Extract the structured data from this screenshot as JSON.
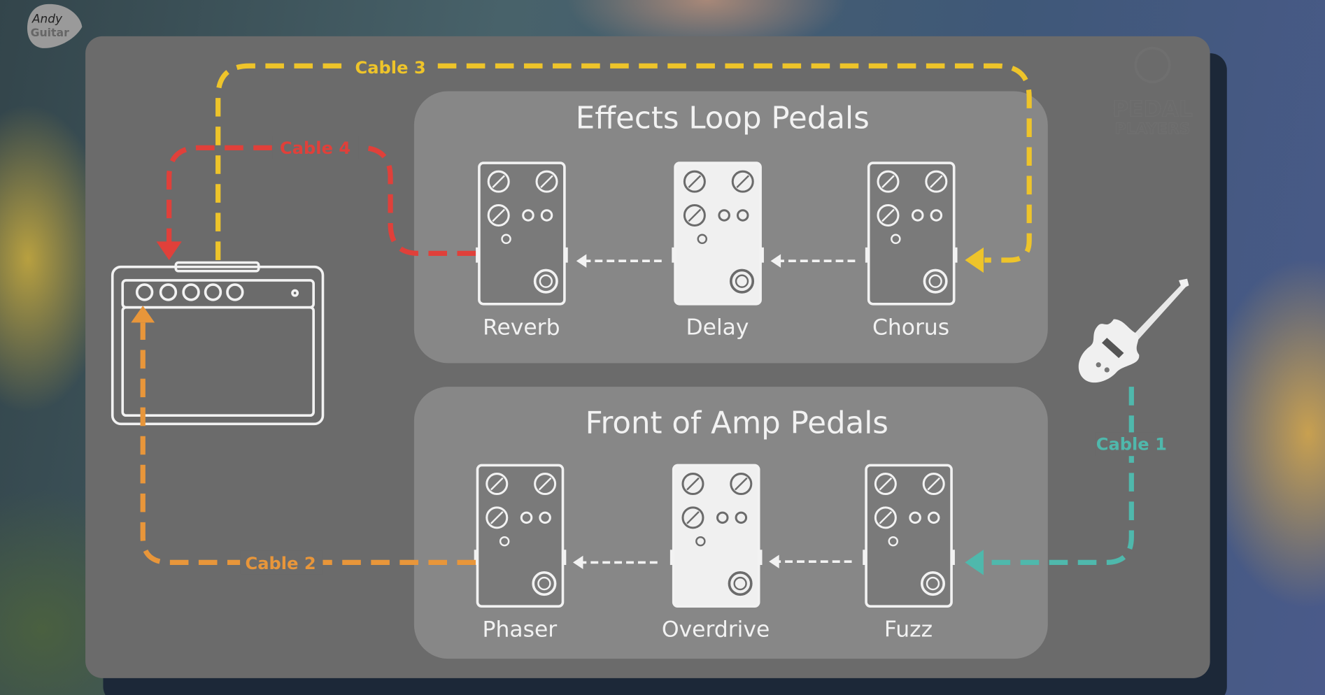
{
  "logo": {
    "line1": "Andy",
    "line2": "Guitar"
  },
  "watermark": {
    "line1": "PEDAL",
    "line2": "PLAYERS"
  },
  "sections": [
    {
      "title": "Effects Loop Pedals",
      "pedals": [
        {
          "name": "Reverb",
          "style": "outline"
        },
        {
          "name": "Delay",
          "style": "filled"
        },
        {
          "name": "Chorus",
          "style": "outline"
        }
      ]
    },
    {
      "title": "Front of Amp Pedals",
      "pedals": [
        {
          "name": "Phaser",
          "style": "outline"
        },
        {
          "name": "Overdrive",
          "style": "filled"
        },
        {
          "name": "Fuzz",
          "style": "outline"
        }
      ]
    }
  ],
  "cables": [
    {
      "label": "Cable 1",
      "color": "#4fb8ac"
    },
    {
      "label": "Cable 2",
      "color": "#e8963a"
    },
    {
      "label": "Cable 3",
      "color": "#eec42a"
    },
    {
      "label": "Cable 4",
      "color": "#e0403a"
    }
  ],
  "colors": {
    "card": "#6b6b6b",
    "section": "#878787",
    "pedal": "#f0f0f0"
  }
}
